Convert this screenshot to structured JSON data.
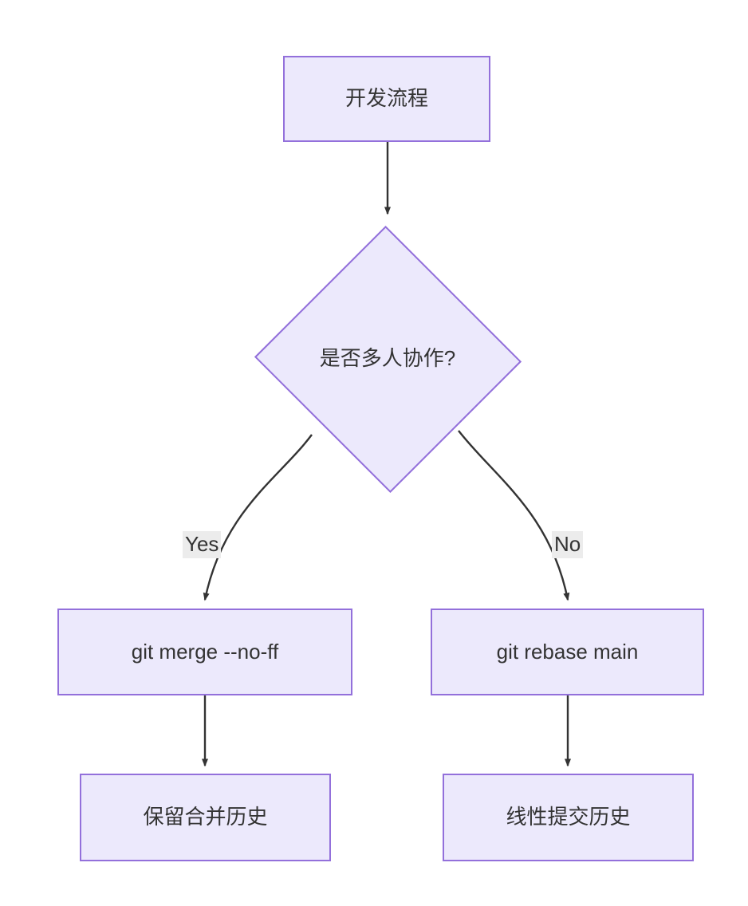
{
  "diagram": {
    "title": "开发流程",
    "type": "flowchart",
    "direction": "top-down",
    "theme": {
      "node_fill": "#ece9fc",
      "node_border": "#9370db",
      "node_text": "#333333",
      "edge_stroke": "#333333",
      "edge_label_bg": "#ececec",
      "canvas_bg": "#ffffff"
    },
    "nodes": [
      {
        "id": "start",
        "shape": "rectangle",
        "label": "开发流程"
      },
      {
        "id": "decision",
        "shape": "diamond",
        "label": "是否多人协作?"
      },
      {
        "id": "merge",
        "shape": "rectangle",
        "label": "git merge --no-ff"
      },
      {
        "id": "rebase",
        "shape": "rectangle",
        "label": "git rebase main"
      },
      {
        "id": "keep",
        "shape": "rectangle",
        "label": "保留合并历史"
      },
      {
        "id": "linear",
        "shape": "rectangle",
        "label": "线性提交历史"
      }
    ],
    "edges": [
      {
        "from": "start",
        "to": "decision",
        "label": ""
      },
      {
        "from": "decision",
        "to": "merge",
        "label": "Yes"
      },
      {
        "from": "decision",
        "to": "rebase",
        "label": "No"
      },
      {
        "from": "merge",
        "to": "keep",
        "label": ""
      },
      {
        "from": "rebase",
        "to": "linear",
        "label": ""
      }
    ],
    "edge_labels": {
      "yes": "Yes",
      "no": "No"
    }
  }
}
